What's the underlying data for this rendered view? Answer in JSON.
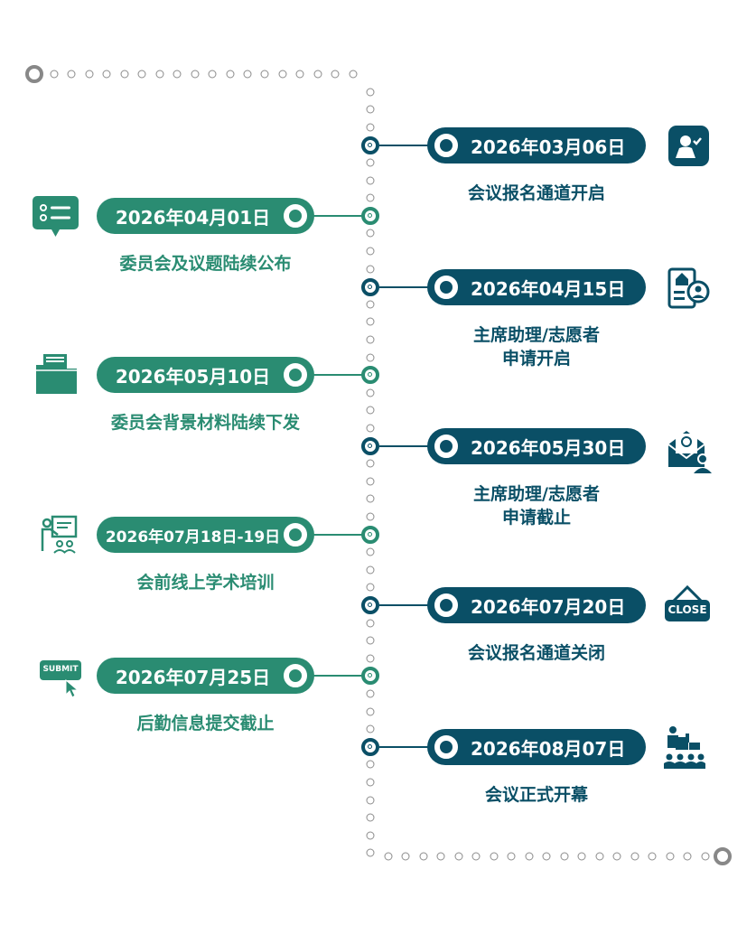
{
  "colors": {
    "dark": "#0a4f66",
    "green": "#2a8c72",
    "dots": "#8c8c8c"
  },
  "events": [
    {
      "side": "right",
      "date": "2026年03月06日",
      "label": "会议报名通道开启",
      "icon": "user-check-icon"
    },
    {
      "side": "left",
      "date": "2026年04月01日",
      "label": "委员会及议题陆续公布",
      "icon": "list-chat-icon"
    },
    {
      "side": "right",
      "date": "2026年04月15日",
      "label": "主席助理/志愿者\n申请开启",
      "icon": "application-form-icon"
    },
    {
      "side": "left",
      "date": "2026年05月10日",
      "label": "委员会背景材料陆续下发",
      "icon": "folder-documents-icon"
    },
    {
      "side": "right",
      "date": "2026年05月30日",
      "label": "主席助理/志愿者\n申请截止",
      "icon": "mail-user-icon"
    },
    {
      "side": "left",
      "date": "2026年07月18日-19日",
      "label": "会前线上学术培训",
      "icon": "training-presentation-icon"
    },
    {
      "side": "right",
      "date": "2026年07月20日",
      "label": "会议报名通道关闭",
      "icon": "close-sign-icon"
    },
    {
      "side": "left",
      "date": "2026年07月25日",
      "label": "后勤信息提交截止",
      "icon": "submit-button-icon"
    },
    {
      "side": "right",
      "date": "2026年08月07日",
      "label": "会议正式开幕",
      "icon": "conference-speaker-icon"
    }
  ],
  "icon_text": {
    "close": "CLOSE",
    "submit": "SUBMIT"
  }
}
